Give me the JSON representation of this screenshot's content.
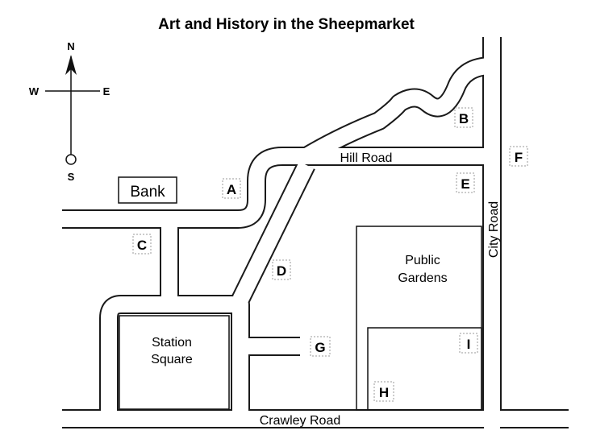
{
  "title": "Art and History in the Sheepmarket",
  "compass": {
    "north": "N",
    "south": "S",
    "east": "E",
    "west": "W"
  },
  "roads": {
    "hill": "Hill Road",
    "city": "City Road",
    "crawley": "Crawley Road"
  },
  "places": {
    "bank": "Bank",
    "station_line1": "Station",
    "station_line2": "Square",
    "gardens_line1": "Public",
    "gardens_line2": "Gardens"
  },
  "markers": [
    "A",
    "B",
    "C",
    "D",
    "E",
    "F",
    "G",
    "H",
    "I"
  ]
}
